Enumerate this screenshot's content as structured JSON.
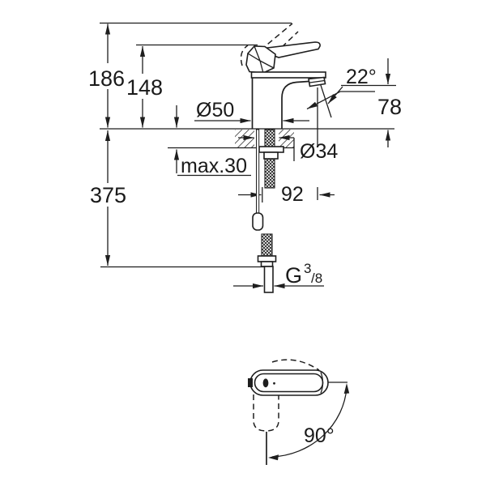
{
  "drawing": {
    "colors": {
      "line": "#1e1e1e",
      "background": "#ffffff"
    },
    "labels": {
      "overall_height": "186",
      "lever_height": "148",
      "base_diameter": "Ø50",
      "spout_angle": "22°",
      "outlet_height": "78",
      "hole_diameter": "Ø34",
      "max_deck": "max.30",
      "projection": "92",
      "below_deck": "375",
      "thread_g": "G",
      "thread_num": "3",
      "thread_den": "/8",
      "swivel": "90°"
    }
  }
}
